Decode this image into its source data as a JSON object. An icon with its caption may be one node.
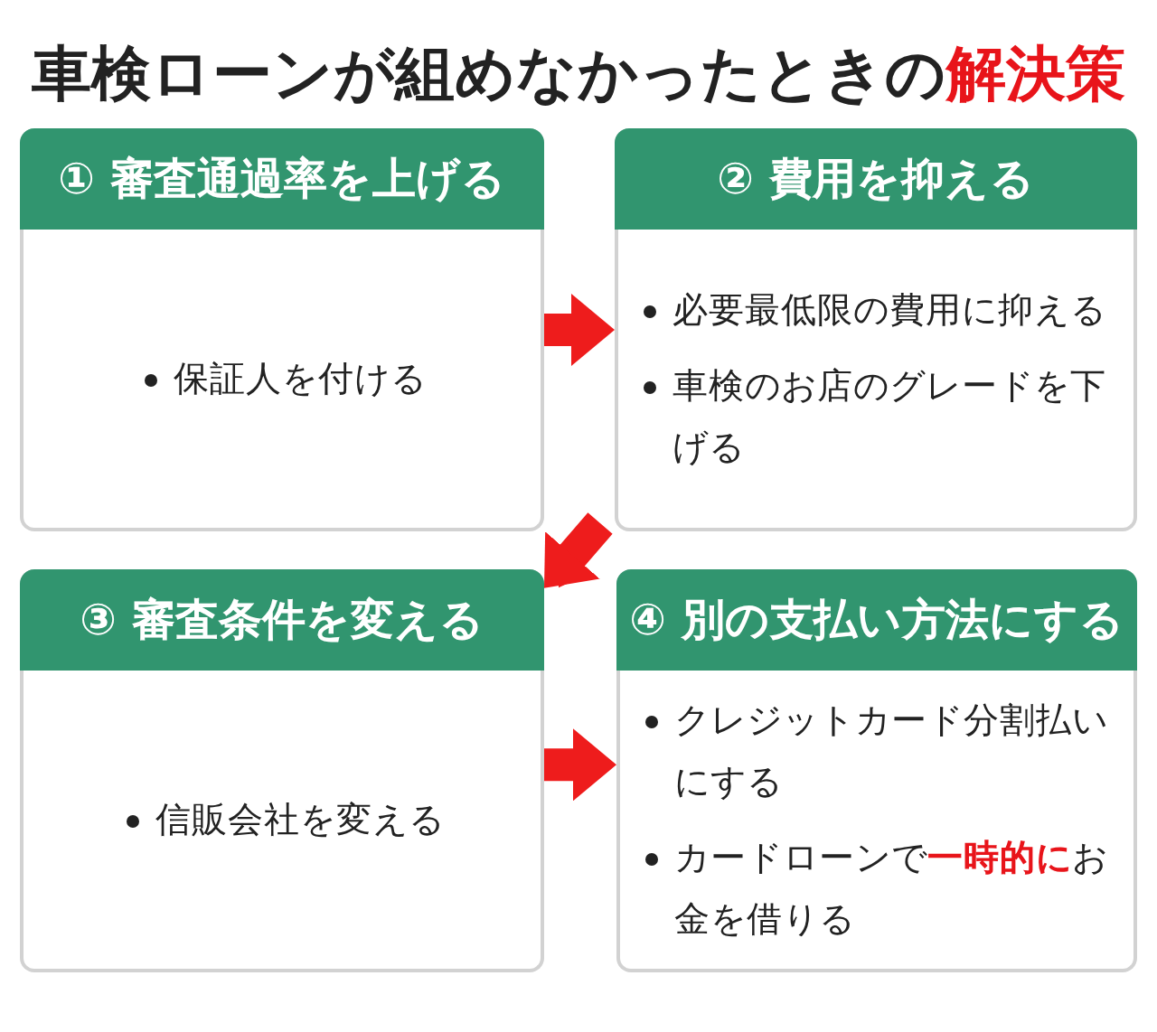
{
  "diagram": {
    "title": "車検ローンが組めなかったときの**解決策**",
    "nodes": [
      {
        "text": [
          "① 審査通過率を上げる",
          "保証人を付ける"
        ]
      },
      {
        "text": [
          "② 費用を抑える",
          "必要最低限の費用に抑える",
          "車検のお店のグレードを下げる"
        ]
      },
      {
        "text": [
          "③ 審査条件を変える",
          "信販会社を変える"
        ]
      },
      {
        "text": [
          "④ 別の支払い方法にする",
          "クレジットカード分割払いにする",
          "カードローンで**一時的に**お金を借りる"
        ]
      }
    ],
    "edges": [
      {
        "from": 0,
        "to": 1,
        "arrow": "to"
      },
      {
        "from": 1,
        "to": 2,
        "arrow": "to"
      },
      {
        "from": 2,
        "to": 3,
        "arrow": "to"
      }
    ]
  }
}
